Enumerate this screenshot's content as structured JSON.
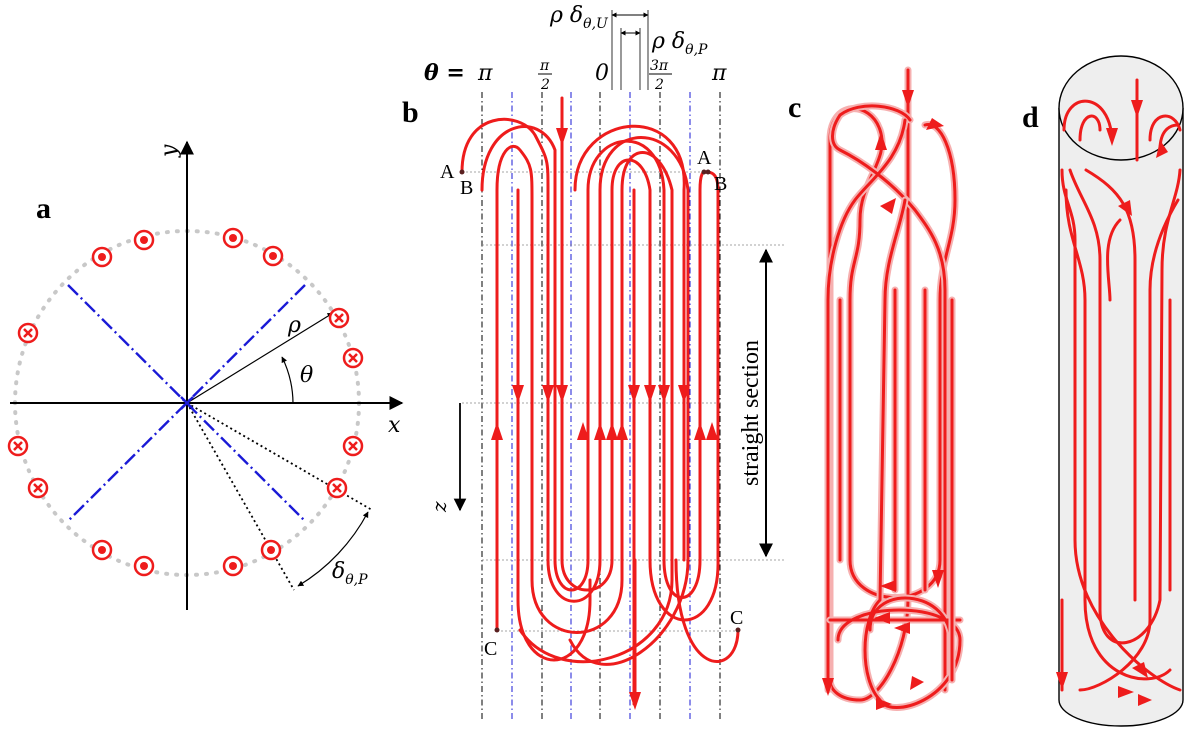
{
  "panels": {
    "a": {
      "label": "a",
      "axis_x": "x",
      "axis_y": "y",
      "radius_label": "ρ",
      "angle_label": "θ",
      "delta_label": "δ",
      "delta_sub": "θ,P"
    },
    "b": {
      "label": "b",
      "theta_eq": "θ =",
      "ticks": [
        "π",
        "π",
        "2",
        "0",
        "3π",
        "2",
        "π"
      ],
      "delta_u_rho": "ρ δ",
      "delta_u_sub": "θ,U",
      "delta_p_rho": "ρ δ",
      "delta_p_sub": "θ,P",
      "point_a": "A",
      "point_b": "B",
      "point_c": "C",
      "axis_z": "z",
      "straight_section": "straight section"
    },
    "c": {
      "label": "c"
    },
    "d": {
      "label": "d"
    }
  },
  "colors": {
    "wire": "#ee1c1c",
    "wire_halo": "#f6b0b0",
    "symmetry_line": "#1a1ad6",
    "circle_dots": "#c8c8c8",
    "cylinder_fill": "#eeeeee"
  },
  "icons": [
    "current-out-icon",
    "current-in-icon",
    "arrowhead-icon"
  ]
}
